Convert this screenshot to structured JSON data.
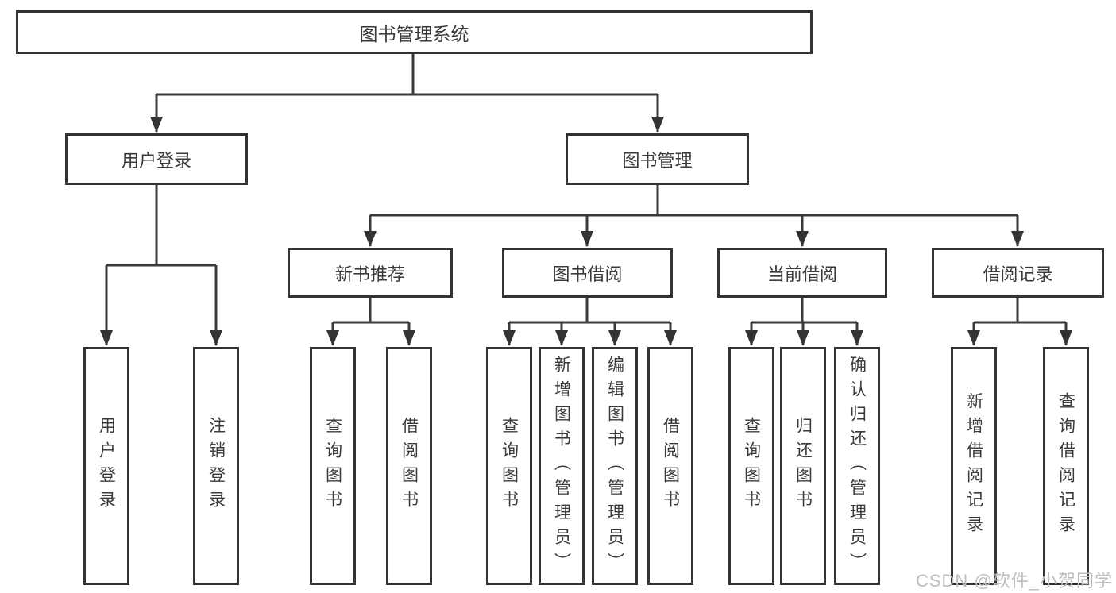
{
  "diagram": {
    "root": {
      "label": "图书管理系统"
    },
    "branches": [
      {
        "label": "用户登录",
        "children": [
          {
            "label": "用户登录"
          },
          {
            "label": "注销登录"
          }
        ]
      },
      {
        "label": "图书管理",
        "children": [
          {
            "label": "新书推荐",
            "children": [
              {
                "label": "查询图书"
              },
              {
                "label": "借阅图书"
              }
            ]
          },
          {
            "label": "图书借阅",
            "children": [
              {
                "label": "查询图书"
              },
              {
                "label": "新增图书（管理员）"
              },
              {
                "label": "编辑图书（管理员）"
              },
              {
                "label": "借阅图书"
              }
            ]
          },
          {
            "label": "当前借阅",
            "children": [
              {
                "label": "查询图书"
              },
              {
                "label": "归还图书"
              },
              {
                "label": "确认归还（管理员）"
              }
            ]
          },
          {
            "label": "借阅记录",
            "children": [
              {
                "label": "新增借阅记录"
              },
              {
                "label": "查询借阅记录"
              }
            ]
          }
        ]
      }
    ]
  },
  "watermark": {
    "text": "CSDN @软件_小贺同学"
  },
  "colors": {
    "line": "#3a3a3a",
    "box_border": "#333333",
    "text": "#3a3a3a",
    "background": "#ffffff",
    "watermark": "#bdbdbd"
  }
}
